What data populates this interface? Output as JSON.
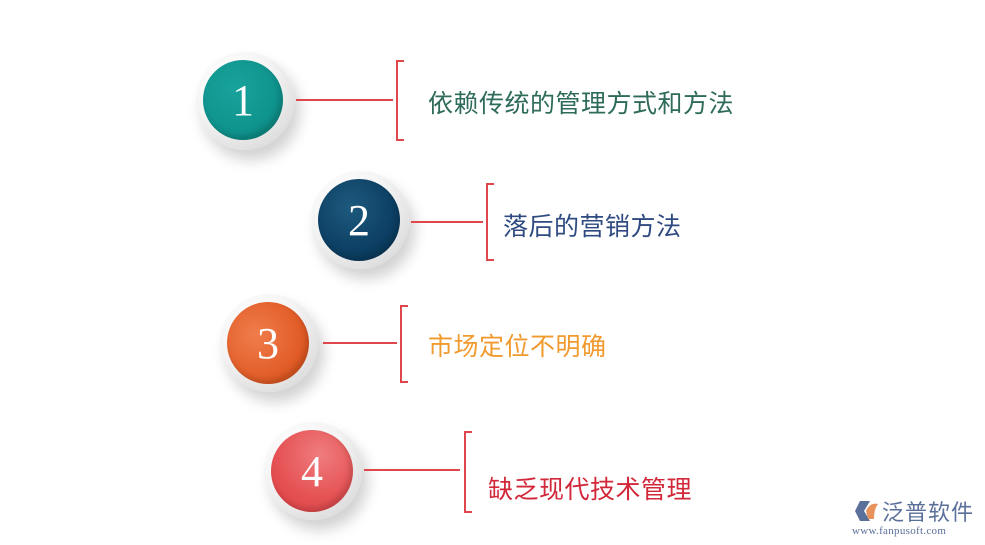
{
  "diagram": {
    "type": "numbered-list-infographic",
    "items": [
      {
        "number": "1",
        "text": "依赖传统的管理方式和方法",
        "disc_color": "#0f938d",
        "disc_color_light": "#18a39c",
        "text_color": "#2e6b5a"
      },
      {
        "number": "2",
        "text": "落后的营销方法",
        "disc_color": "#0c3f63",
        "disc_color_light": "#1d5a7e",
        "text_color": "#2e4a80"
      },
      {
        "number": "3",
        "text": "市场定位不明确",
        "disc_color": "#e0521f",
        "disc_color_light": "#ee7a48",
        "text_color": "#f19a2e"
      },
      {
        "number": "4",
        "text": "缺乏现代技术管理",
        "disc_color": "#e04549",
        "disc_color_light": "#ee7a7c",
        "text_color": "#d2283a"
      }
    ],
    "connector_color": "#e0474c"
  },
  "watermark": {
    "brand_name": "泛普软件",
    "url": "www.fanpusoft.com",
    "color": "#5a6f9a"
  }
}
